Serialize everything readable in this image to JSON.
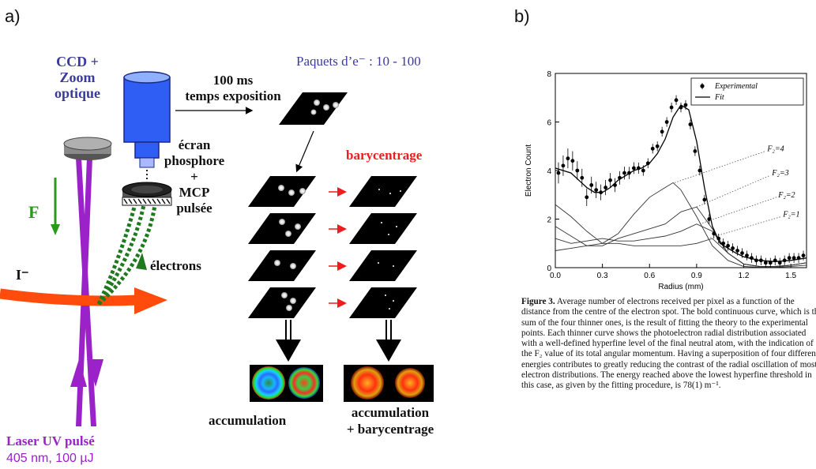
{
  "panel_a": {
    "label": "a)",
    "ccd_line1": "CCD +",
    "ccd_line2": "Zoom",
    "ccd_line3": "optique",
    "exposure_line1": "100 ms",
    "exposure_line2": "temps exposition",
    "packets_label": "Paquets d’e⁻ : 10 - 100",
    "screen_line1": "écran",
    "screen_line2": "phosphore",
    "plus": "+",
    "mcp_line1": "MCP",
    "mcp_line2": "pulsée",
    "field_label": "F",
    "ion_label": "I⁻",
    "electrons_label": "électrons",
    "barycentrage_label": "barycentrage",
    "accumulation_label": "accumulation",
    "accum_bary_line1": "accumulation",
    "accum_bary_line2": "+ barycentrage",
    "laser_line1": "Laser UV pulsé",
    "laser_line2": "405 nm, 100 µJ",
    "colors": {
      "camera": "#2f5ef5",
      "laser": "#9a22c8",
      "ion_beam": "#ff4c0c",
      "electrons": "#1f7a1f",
      "field_arrow": "#2a9a1a",
      "red_label": "#ee1c1c",
      "blue_text": "#3b3b9a"
    }
  },
  "panel_b": {
    "label": "b)",
    "chart_data": {
      "type": "scatter",
      "xlabel": "Radius (mm)",
      "ylabel": "Electron Count",
      "xlim": [
        0.0,
        1.6
      ],
      "ylim": [
        0,
        8
      ],
      "xticks": [
        "0.0",
        "0.3",
        "0.6",
        "0.9",
        "1.2",
        "1.5"
      ],
      "yticks": [
        "0",
        "2",
        "4",
        "6",
        "8"
      ],
      "legend_position": "top-right",
      "series": [
        {
          "name": "Experimental",
          "kind": "points",
          "x": [
            0.02,
            0.05,
            0.08,
            0.11,
            0.14,
            0.17,
            0.2,
            0.23,
            0.26,
            0.29,
            0.32,
            0.35,
            0.38,
            0.41,
            0.44,
            0.47,
            0.5,
            0.53,
            0.56,
            0.59,
            0.62,
            0.65,
            0.68,
            0.71,
            0.74,
            0.77,
            0.8,
            0.83,
            0.86,
            0.89,
            0.92,
            0.95,
            0.98,
            1.01,
            1.04,
            1.07,
            1.1,
            1.13,
            1.16,
            1.19,
            1.22,
            1.25,
            1.28,
            1.31,
            1.34,
            1.37,
            1.4,
            1.43,
            1.46,
            1.49,
            1.52,
            1.55,
            1.58
          ],
          "y": [
            3.9,
            4.2,
            4.5,
            4.4,
            4.0,
            3.7,
            2.9,
            3.4,
            3.2,
            3.1,
            3.3,
            3.6,
            3.4,
            3.7,
            3.9,
            3.9,
            4.1,
            4.1,
            4.0,
            4.3,
            4.9,
            5.0,
            5.6,
            6.0,
            6.6,
            6.9,
            6.6,
            6.7,
            5.9,
            4.8,
            4.0,
            2.8,
            2.0,
            1.4,
            1.2,
            1.0,
            0.9,
            0.8,
            0.7,
            0.6,
            0.5,
            0.4,
            0.3,
            0.3,
            0.2,
            0.2,
            0.3,
            0.2,
            0.3,
            0.4,
            0.4,
            0.4,
            0.5
          ]
        },
        {
          "name": "Fit",
          "kind": "line",
          "x": [
            0.0,
            0.05,
            0.1,
            0.15,
            0.2,
            0.25,
            0.3,
            0.35,
            0.4,
            0.45,
            0.5,
            0.55,
            0.6,
            0.65,
            0.7,
            0.75,
            0.8,
            0.85,
            0.9,
            0.95,
            1.0,
            1.05,
            1.1,
            1.15,
            1.2,
            1.3,
            1.4,
            1.5,
            1.6
          ],
          "y": [
            4.1,
            4.0,
            3.9,
            3.6,
            3.3,
            3.1,
            3.1,
            3.3,
            3.6,
            3.8,
            4.0,
            4.1,
            4.3,
            4.7,
            5.3,
            6.2,
            6.7,
            6.5,
            5.2,
            3.3,
            1.7,
            1.0,
            0.8,
            0.6,
            0.45,
            0.3,
            0.25,
            0.3,
            0.4
          ]
        },
        {
          "name": "F2=4",
          "kind": "thin",
          "x": [
            0.0,
            0.1,
            0.2,
            0.3,
            0.4,
            0.5,
            0.6,
            0.7,
            0.75,
            0.8,
            0.9,
            1.0,
            1.1,
            1.2,
            1.3,
            1.4,
            1.5,
            1.6
          ],
          "y": [
            2.6,
            2.1,
            1.5,
            1.0,
            1.4,
            2.2,
            2.9,
            3.3,
            3.5,
            3.2,
            2.1,
            0.9,
            0.3,
            0.05,
            0.02,
            0.02,
            0.05,
            0.1
          ]
        },
        {
          "name": "F2=3",
          "kind": "thin",
          "x": [
            0.0,
            0.1,
            0.2,
            0.3,
            0.4,
            0.5,
            0.6,
            0.7,
            0.8,
            0.9,
            1.0,
            1.1,
            1.2,
            1.3,
            1.4,
            1.5,
            1.6
          ],
          "y": [
            1.7,
            1.3,
            0.9,
            0.9,
            1.2,
            1.4,
            1.6,
            1.8,
            2.3,
            2.5,
            1.6,
            0.6,
            0.15,
            0.05,
            0.05,
            0.1,
            0.2
          ]
        },
        {
          "name": "F2=2",
          "kind": "thin",
          "x": [
            0.0,
            0.1,
            0.2,
            0.3,
            0.4,
            0.5,
            0.6,
            0.7,
            0.8,
            0.9,
            1.0,
            1.1,
            1.2,
            1.3,
            1.4,
            1.5,
            1.6
          ],
          "y": [
            1.2,
            1.0,
            1.1,
            1.2,
            1.1,
            1.1,
            1.2,
            1.3,
            1.5,
            1.8,
            1.5,
            0.6,
            0.15,
            0.05,
            0.05,
            0.1,
            0.2
          ]
        },
        {
          "name": "F2=1",
          "kind": "thin",
          "x": [
            0.0,
            0.1,
            0.2,
            0.3,
            0.4,
            0.5,
            0.6,
            0.7,
            0.8,
            0.9,
            1.0,
            1.1,
            1.2,
            1.3,
            1.4,
            1.5,
            1.6
          ],
          "y": [
            0.7,
            0.8,
            0.9,
            1.0,
            1.0,
            0.9,
            0.9,
            0.9,
            0.9,
            1.0,
            1.2,
            0.6,
            0.15,
            0.05,
            0.05,
            0.1,
            0.2
          ]
        }
      ],
      "annotations": [
        {
          "text": "F₂=4",
          "x": 1.35,
          "y": 4.9,
          "target_x": 0.76,
          "target_y": 3.5
        },
        {
          "text": "F₂=3",
          "x": 1.38,
          "y": 3.9,
          "target_x": 0.9,
          "target_y": 2.5
        },
        {
          "text": "F₂=2",
          "x": 1.42,
          "y": 3.0,
          "target_x": 0.92,
          "target_y": 1.8
        },
        {
          "text": "F₂=1",
          "x": 1.45,
          "y": 2.2,
          "target_x": 0.97,
          "target_y": 1.2
        }
      ]
    },
    "caption_title": "Figure 3.",
    "caption_text": " Average number of electrons received per pixel as a function of the distance from the centre of the electron spot. The bold continuous curve, which is the sum of the four thinner ones, is the result of fitting the theory to the experimental points. Each thinner curve shows the photoelectron radial distribution associated with a well-defined hyperfine level of the final neutral atom, with the indication of the F₂ value of its total angular momentum. Having a superposition of four different energies contributes to greatly reducing the contrast of the radial oscillation of most electron distributions. The energy reached above the lowest hyperfine threshold in this case, as given by the fitting procedure, is 78(1) m⁻¹."
  }
}
